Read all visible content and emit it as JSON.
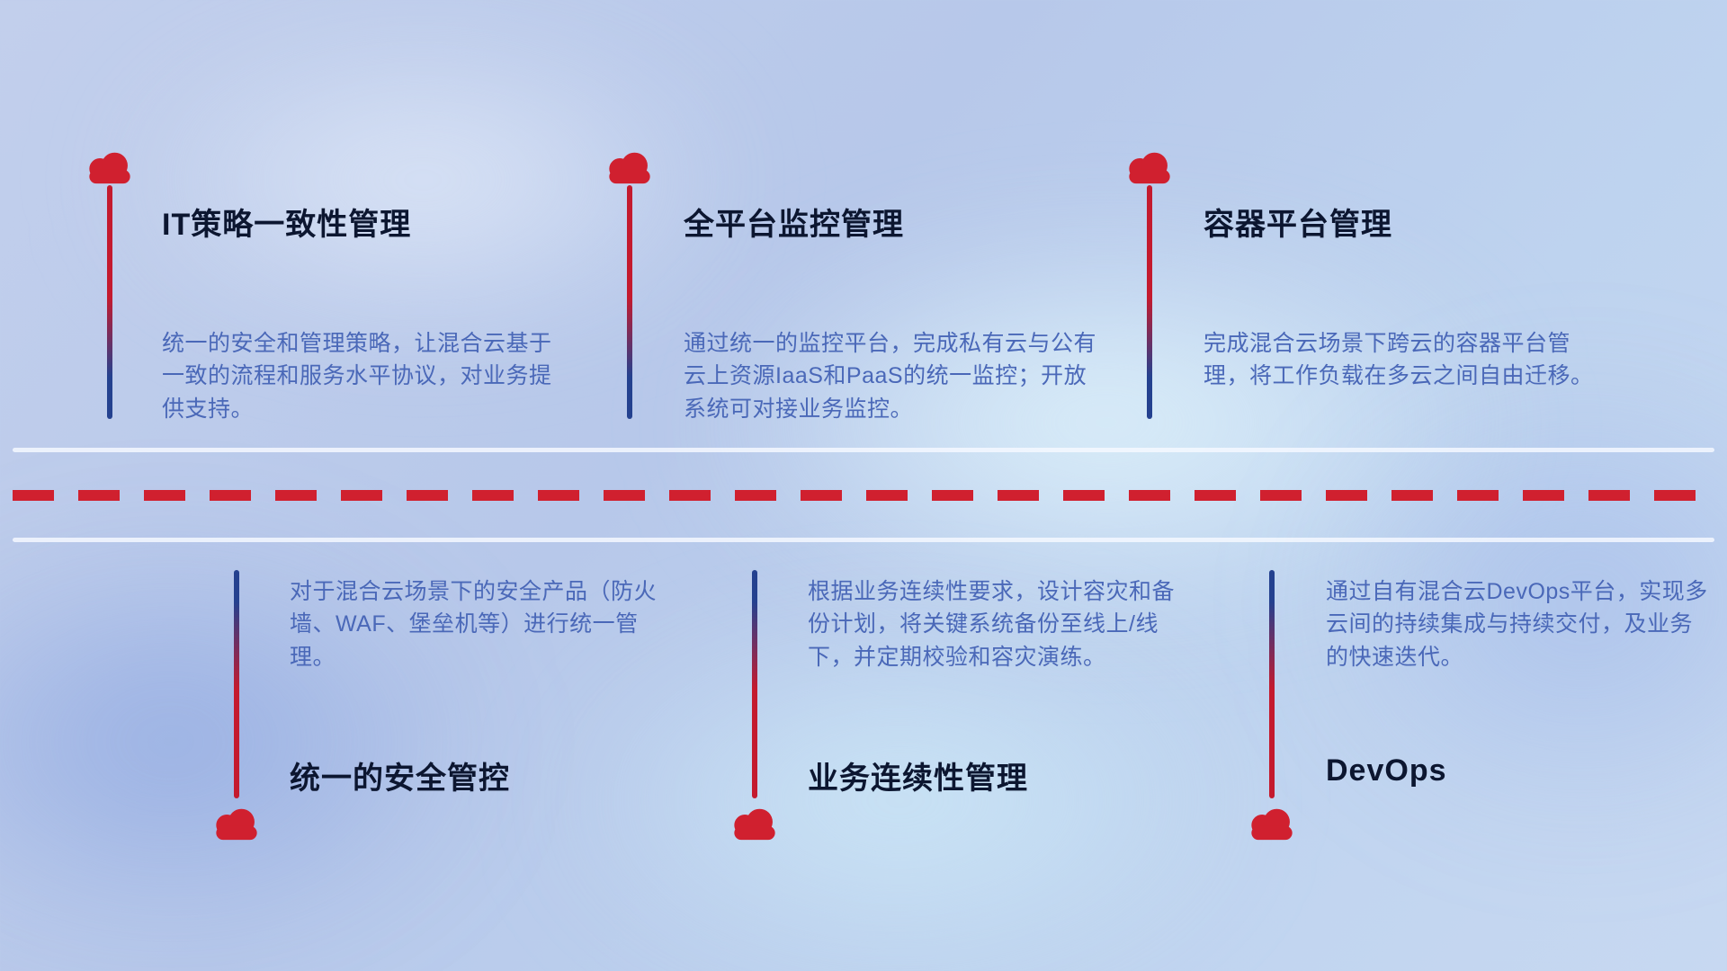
{
  "colors": {
    "accent_red": "#d0202f",
    "line_blue": "#24418f",
    "title_text": "#0c1630",
    "description_text": "#4a68b8",
    "divider_dash_red": "#d0202f",
    "divider_solid": "#f4f8ff",
    "background_base": "#bcc9e9"
  },
  "icons": {
    "cloud": "cloud-icon"
  },
  "top_items": [
    {
      "title": "IT策略一致性管理",
      "description": "统一的安全和管理策略，让混合云基于一致的流程和服务水平协议，对业务提供支持。"
    },
    {
      "title": "全平台监控管理",
      "description": "通过统一的监控平台，完成私有云与公有云上资源IaaS和PaaS的统一监控；开放系统可对接业务监控。"
    },
    {
      "title": "容器平台管理",
      "description": "完成混合云场景下跨云的容器平台管理，将工作负载在多云之间自由迁移。"
    }
  ],
  "bottom_items": [
    {
      "title": "统一的安全管控",
      "description": "对于混合云场景下的安全产品（防火墙、WAF、堡垒机等）进行统一管理。"
    },
    {
      "title": "业务连续性管理",
      "description": "根据业务连续性要求，设计容灾和备份计划，将关键系统备份至线上/线下，并定期校验和容灾演练。"
    },
    {
      "title": "DevOps",
      "description": "通过自有混合云DevOps平台，实现多云间的持续集成与持续交付，及业务的快速迭代。"
    }
  ]
}
